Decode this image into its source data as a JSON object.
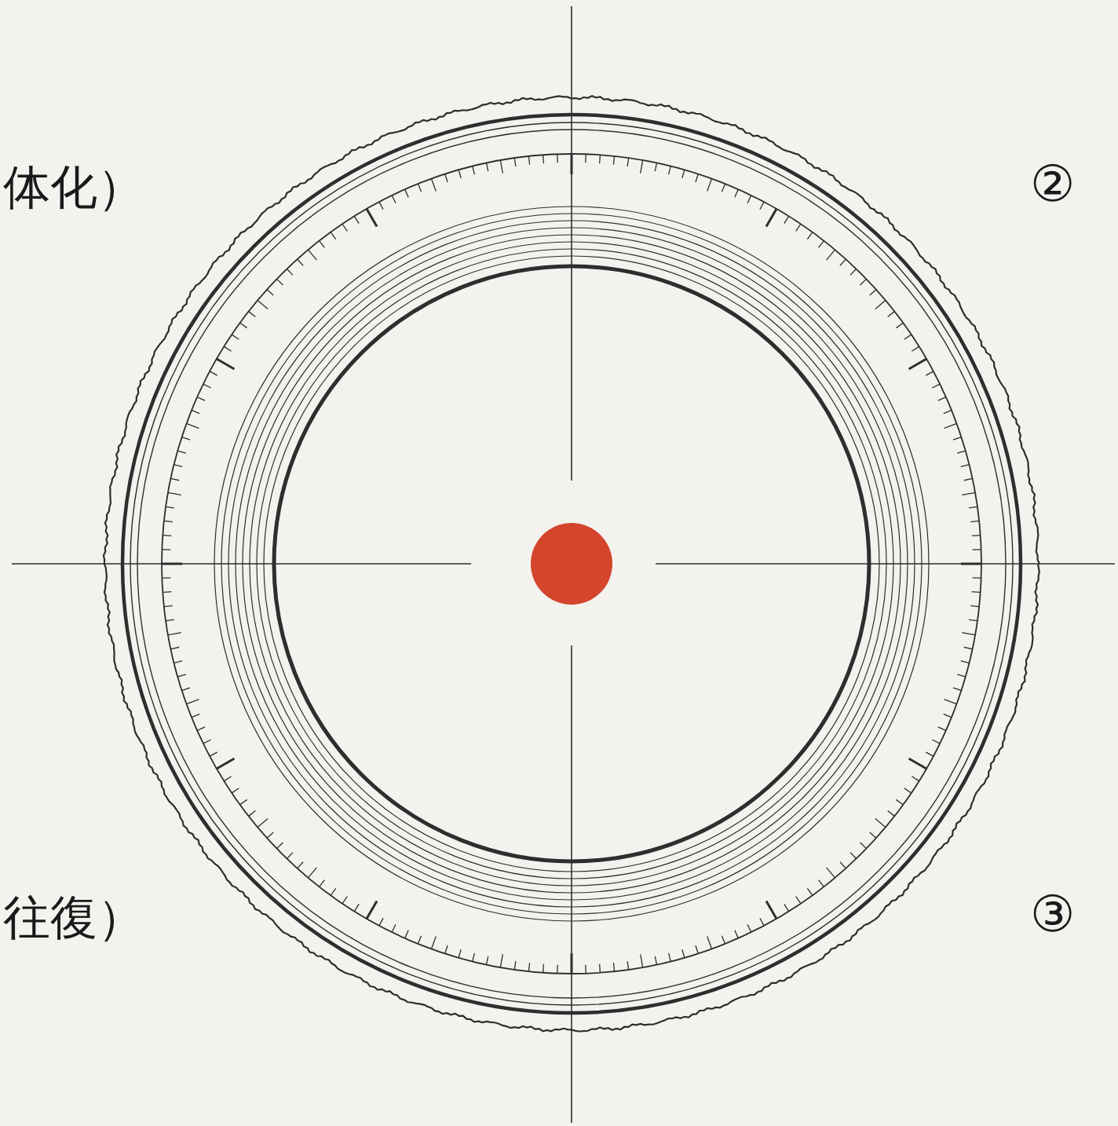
{
  "diagram": {
    "labels": [
      "体化）",
      "往復）",
      "②",
      "③"
    ]
  }
}
